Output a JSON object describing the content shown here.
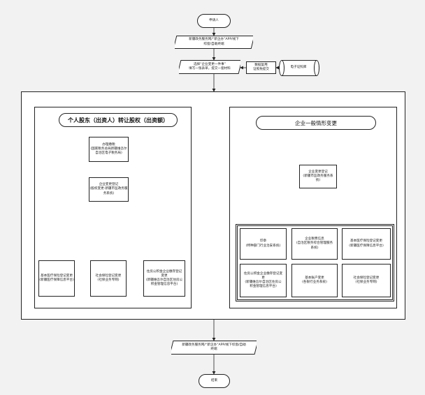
{
  "flow": {
    "start": "申请人",
    "step1": "新疆政务服务网/“新企办”APP/线下\n综窗/自助终端",
    "step2": "选择“企业变更一件事”\n填写一张表单，提交一套材料",
    "data_share": "数据复用\n证照免提交",
    "license_db": "电子证照库",
    "step_final": "新疆政务服务网/“新企办”APP/线下综窗/自助\n终端",
    "end": "结束"
  },
  "left_panel": {
    "title": "个人股东（出资人）转让股权（出资额）",
    "tax": "办理缴税\n(国家税务总局新疆维吾尔\n自治区电子税务局)",
    "registration": "企业变更登记\n(股权变更-新疆市监政务服\n务系统)",
    "outputs": [
      "基本医疗保险登记变更\n(新疆医疗保障信息平台)",
      "社会保险登记变更\n(社保业务专网)",
      "住房公积金企业缴存登记\n变更\n(新疆维吾尔自治区住房公\n积金管理信息平台)"
    ]
  },
  "right_panel": {
    "title": "企业一般情形变更",
    "registration": "企业变更登记\n(新疆市监政务服务系\n统)",
    "outputs": [
      "印章\n(特种部门行业治安系统)",
      "企业税费信息\n(自治区税务综合管理服务\n系统)",
      "基本医疗保险登记变更\n(新疆医疗保障信息平台)",
      "住房公积金企业缴存登记变\n更\n(新疆维吾尔自治区住房公\n积金管理信息平台)",
      "基本账户变更\n(各银行业务系统)",
      "社会保险登记变更\n(社保业务专网)"
    ]
  }
}
